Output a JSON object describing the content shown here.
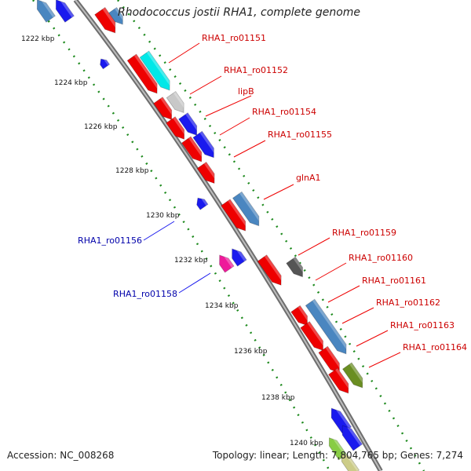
{
  "title": "Rhodococcus jostii RHA1, complete genome",
  "footer": {
    "accession": "Accession: NC_008268",
    "summary": "Topology: linear; Length: 7,804,765 bp; Genes: 7,274"
  },
  "ticks": [
    "1222 kbp",
    "1224 kbp",
    "1226 kbp",
    "1228 kbp",
    "1230 kbp",
    "1232 kbp",
    "1234 kbp",
    "1236 kbp",
    "1238 kbp",
    "1240 kbp"
  ],
  "forward_labels": [
    "RHA1_ro01151",
    "RHA1_ro01152",
    "lipB",
    "RHA1_ro01154",
    "RHA1_ro01155",
    "glnA1",
    "RHA1_ro01159",
    "RHA1_ro01160",
    "RHA1_ro01161",
    "RHA1_ro01162",
    "RHA1_ro01163",
    "RHA1_ro01164"
  ],
  "reverse_labels": [
    "RHA1_ro01156",
    "RHA1_ro01158"
  ],
  "colors": {
    "cds_red": "#ee0000",
    "blue": "#1a1aee",
    "steel": "#4a86c0",
    "cyan": "#00e8e8",
    "gray_light": "#c8c8c8",
    "gray_dark": "#555555",
    "olive": "#6a8e22",
    "magenta": "#ee1a9a",
    "green_tick": "#228b22",
    "backbone": "#8a8a8a"
  }
}
